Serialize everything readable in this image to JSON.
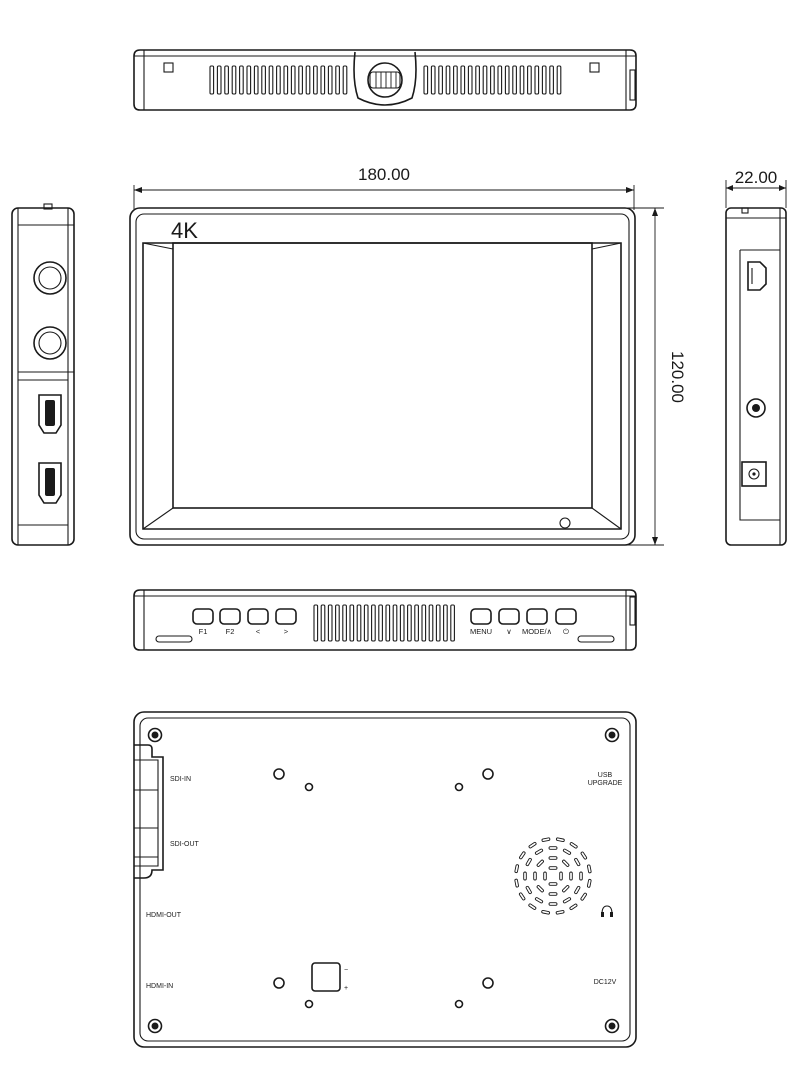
{
  "dimensions": {
    "width": "180.00",
    "height": "120.00",
    "depth": "22.00"
  },
  "front": {
    "badge": "4K"
  },
  "bottom_view": {
    "buttons_left": [
      "F1",
      "F2",
      "<",
      ">"
    ],
    "buttons_right": [
      "MENU",
      "∨",
      "MODE/∧",
      "⏻"
    ]
  },
  "back": {
    "port_labels": {
      "sdi_in": "SDI-IN",
      "sdi_out": "SDI-OUT",
      "hdmi_out": "HDMI-OUT",
      "hdmi_in": "HDMI-IN",
      "usb_line1": "USB",
      "usb_line2": "UPGRADE",
      "dc": "DC12V",
      "minus": "−",
      "plus": "+"
    },
    "headphone_icon": "headphone-icon"
  }
}
